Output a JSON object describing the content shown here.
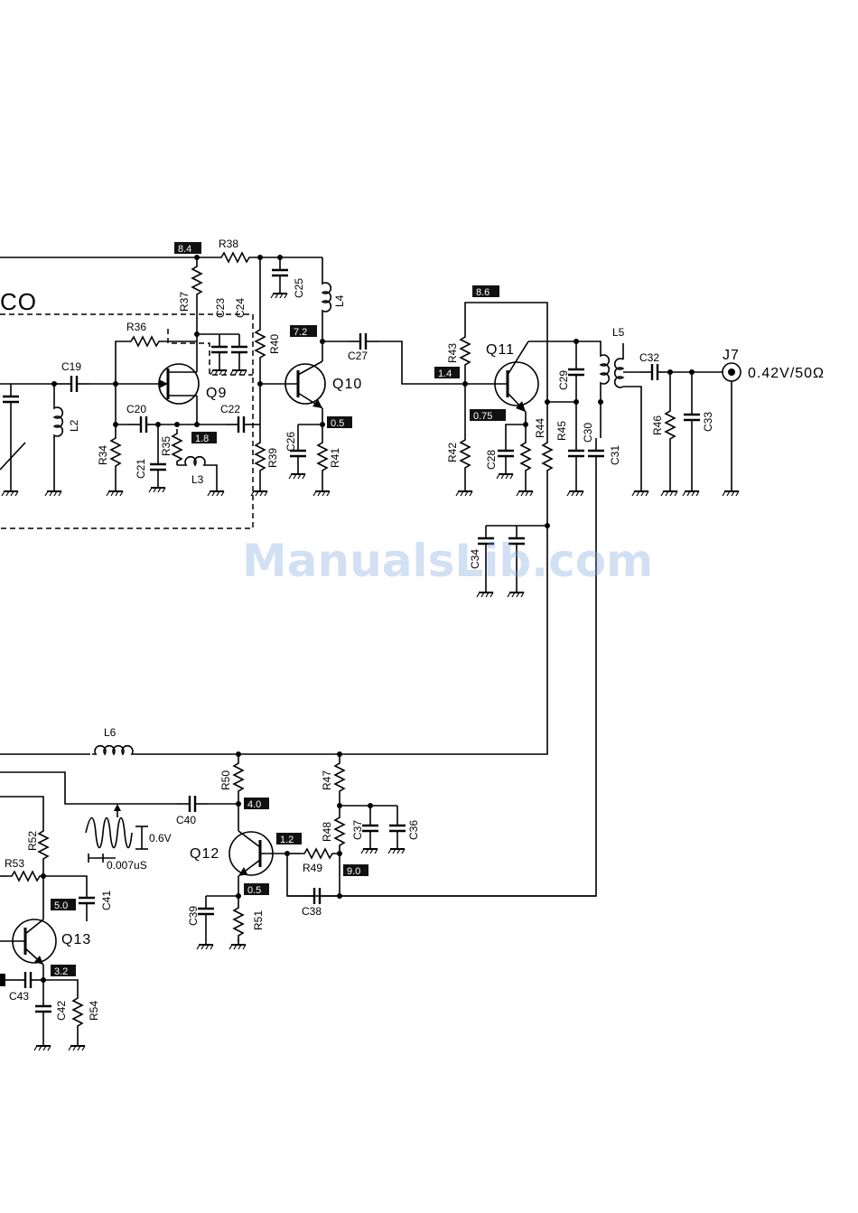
{
  "block_label": "CO",
  "watermark": "ManualsLib.com",
  "output": {
    "jack": "J7",
    "spec": "0.42V/50Ω"
  },
  "waveform": {
    "amplitude": "0.6V",
    "period": "0.007uS"
  },
  "transistors": {
    "q9": "Q9",
    "q10": "Q10",
    "q11": "Q11",
    "q12": "Q12",
    "q13": "Q13"
  },
  "resistors": {
    "r34": "R34",
    "r35": "R35",
    "r36": "R36",
    "r37": "R37",
    "r38": "R38",
    "r39": "R39",
    "r40": "R40",
    "r41": "R41",
    "r42": "R42",
    "r43": "R43",
    "r44": "R44",
    "r45": "R45",
    "r46": "R46",
    "r47": "R47",
    "r48": "R48",
    "r49": "R49",
    "r50": "R50",
    "r51": "R51",
    "r52": "R52",
    "r53": "R53",
    "r54": "R54"
  },
  "capacitors": {
    "c19": "C19",
    "c20": "C20",
    "c21": "C21",
    "c22": "C22",
    "c23": "C23",
    "c24": "C24",
    "c25": "C25",
    "c26": "C26",
    "c27": "C27",
    "c28": "C28",
    "c29": "C29",
    "c30": "C30",
    "c31": "C31",
    "c32": "C32",
    "c33": "C33",
    "c34": "C34",
    "c36": "C36",
    "c37": "C37",
    "c38": "C38",
    "c39": "C39",
    "c40": "C40",
    "c41": "C41",
    "c42": "C42",
    "c43": "C43"
  },
  "inductors": {
    "l2": "L2",
    "l3": "L3",
    "l4": "L4",
    "l5": "L5",
    "l6": "L6"
  },
  "voltages": {
    "v84": "8.4",
    "v72": "7.2",
    "v18": "1.8",
    "v05a": "0.5",
    "v86": "8.6",
    "v14": "1.4",
    "v075": "0.75",
    "v40": "4.0",
    "v12": "1.2",
    "v05b": "0.5",
    "v90": "9.0",
    "v50": "5.0",
    "v32": "3.2"
  }
}
